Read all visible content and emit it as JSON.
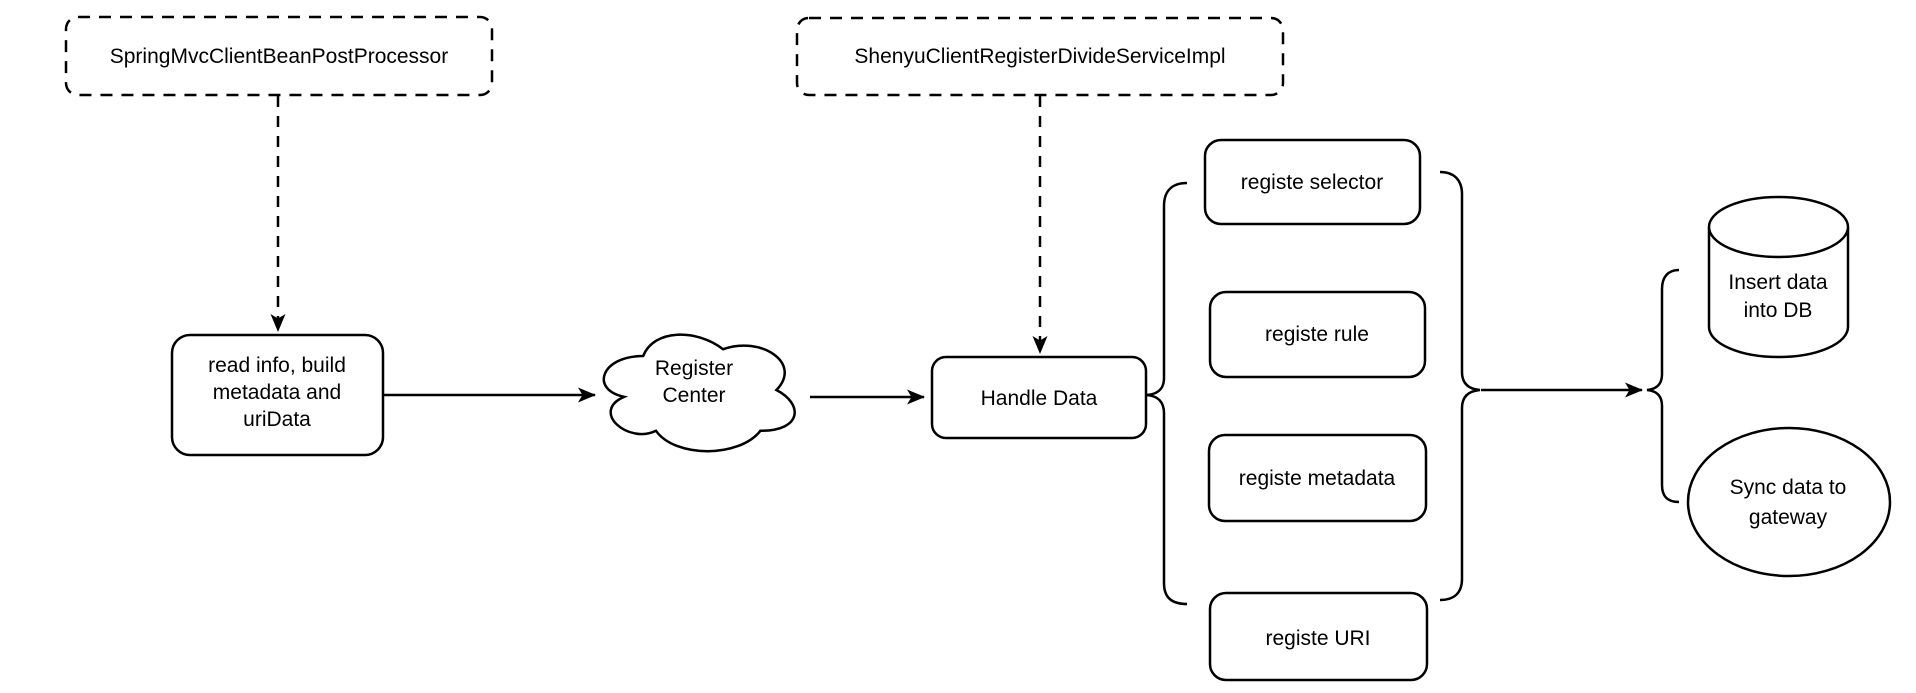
{
  "colors": {
    "background": "#ffffff",
    "stroke": "#000000",
    "text": "#000000"
  },
  "nodes": {
    "spring_processor": {
      "label": "SpringMvcClientBeanPostProcessor"
    },
    "shenyu_service": {
      "label": "ShenyuClientRegisterDivideServiceImpl"
    },
    "read_info": {
      "lines": [
        "read info, build",
        "metadata and",
        "uriData"
      ]
    },
    "register_center": {
      "lines": [
        "Register",
        "Center"
      ]
    },
    "handle_data": {
      "label": "Handle Data"
    },
    "registe_selector": {
      "label": "registe selector"
    },
    "registe_rule": {
      "label": "registe rule"
    },
    "registe_metadata": {
      "label": "registe metadata"
    },
    "registe_uri": {
      "label": "registe URI"
    },
    "insert_db": {
      "lines": [
        "Insert data",
        "into DB"
      ]
    },
    "sync_gateway": {
      "lines": [
        "Sync data to",
        "gateway"
      ]
    }
  }
}
